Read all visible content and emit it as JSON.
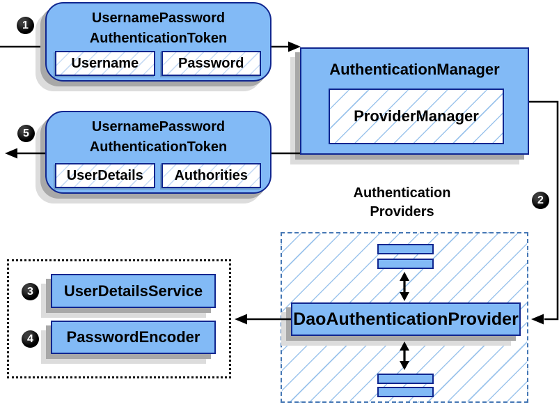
{
  "badges": {
    "step1": "1",
    "step2": "2",
    "step3": "3",
    "step4": "4",
    "step5": "5"
  },
  "request_token": {
    "title_line1": "UsernamePassword",
    "title_line2": "AuthenticationToken",
    "field_left": "Username",
    "field_right": "Password"
  },
  "authentication_manager": {
    "title": "AuthenticationManager",
    "inner_label": "ProviderManager"
  },
  "response_token": {
    "title_line1": "UsernamePassword",
    "title_line2": "AuthenticationToken",
    "field_left": "UserDetails",
    "field_right": "Authorities"
  },
  "providers": {
    "label_line1": "Authentication",
    "label_line2": "Providers",
    "main_provider": "DaoAuthenticationProvider"
  },
  "collaborators": {
    "service_top": "UserDetailsService",
    "service_bottom": "PasswordEncoder"
  },
  "colors": {
    "box_fill": "#82baf6",
    "box_border": "#10268f",
    "hatch_line": "#9cc4ec",
    "dashed_border": "#4577b4",
    "shadow_dark": "#a8a8a8",
    "shadow_light": "#dcdcdc",
    "arrow": "#000000",
    "badge_bg": "#000000",
    "badge_text": "#ffffff"
  }
}
